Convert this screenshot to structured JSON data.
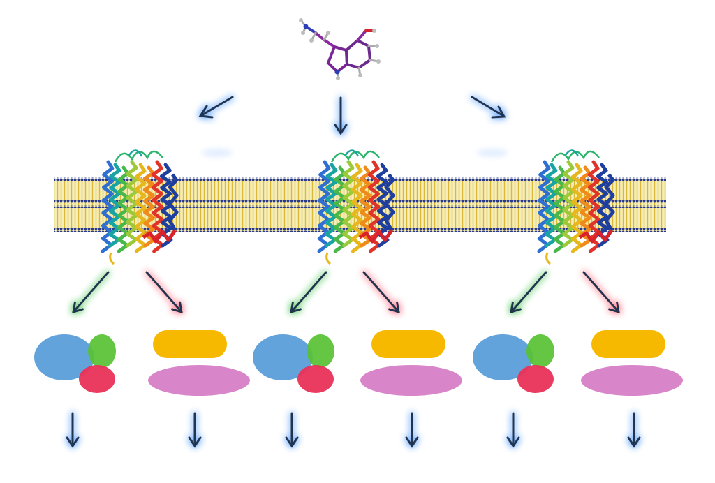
{
  "diagram": {
    "ligand": {
      "name": "serotonin-molecule"
    },
    "receptors": [
      {
        "id": "receptor-1",
        "pathways": [
          "g-protein",
          "arrestin"
        ]
      },
      {
        "id": "receptor-2",
        "pathways": [
          "g-protein",
          "arrestin"
        ]
      },
      {
        "id": "receptor-3",
        "pathways": [
          "g-protein",
          "arrestin"
        ]
      }
    ],
    "colors": {
      "membrane_head": "#2b3a8a",
      "membrane_tail": "#e7c84a",
      "membrane_fill": "#f3e7a6",
      "arrow_stroke": "#24344f",
      "glow_blue": "#5aa0ff",
      "glow_green": "#51c95a",
      "glow_red": "#ff6b7e",
      "g_alpha": "#5b9ed9",
      "g_beta": "#58c134",
      "g_gamma": "#e93258",
      "arrestin_bar": "#f6b900",
      "effector": "#d886c9"
    }
  }
}
